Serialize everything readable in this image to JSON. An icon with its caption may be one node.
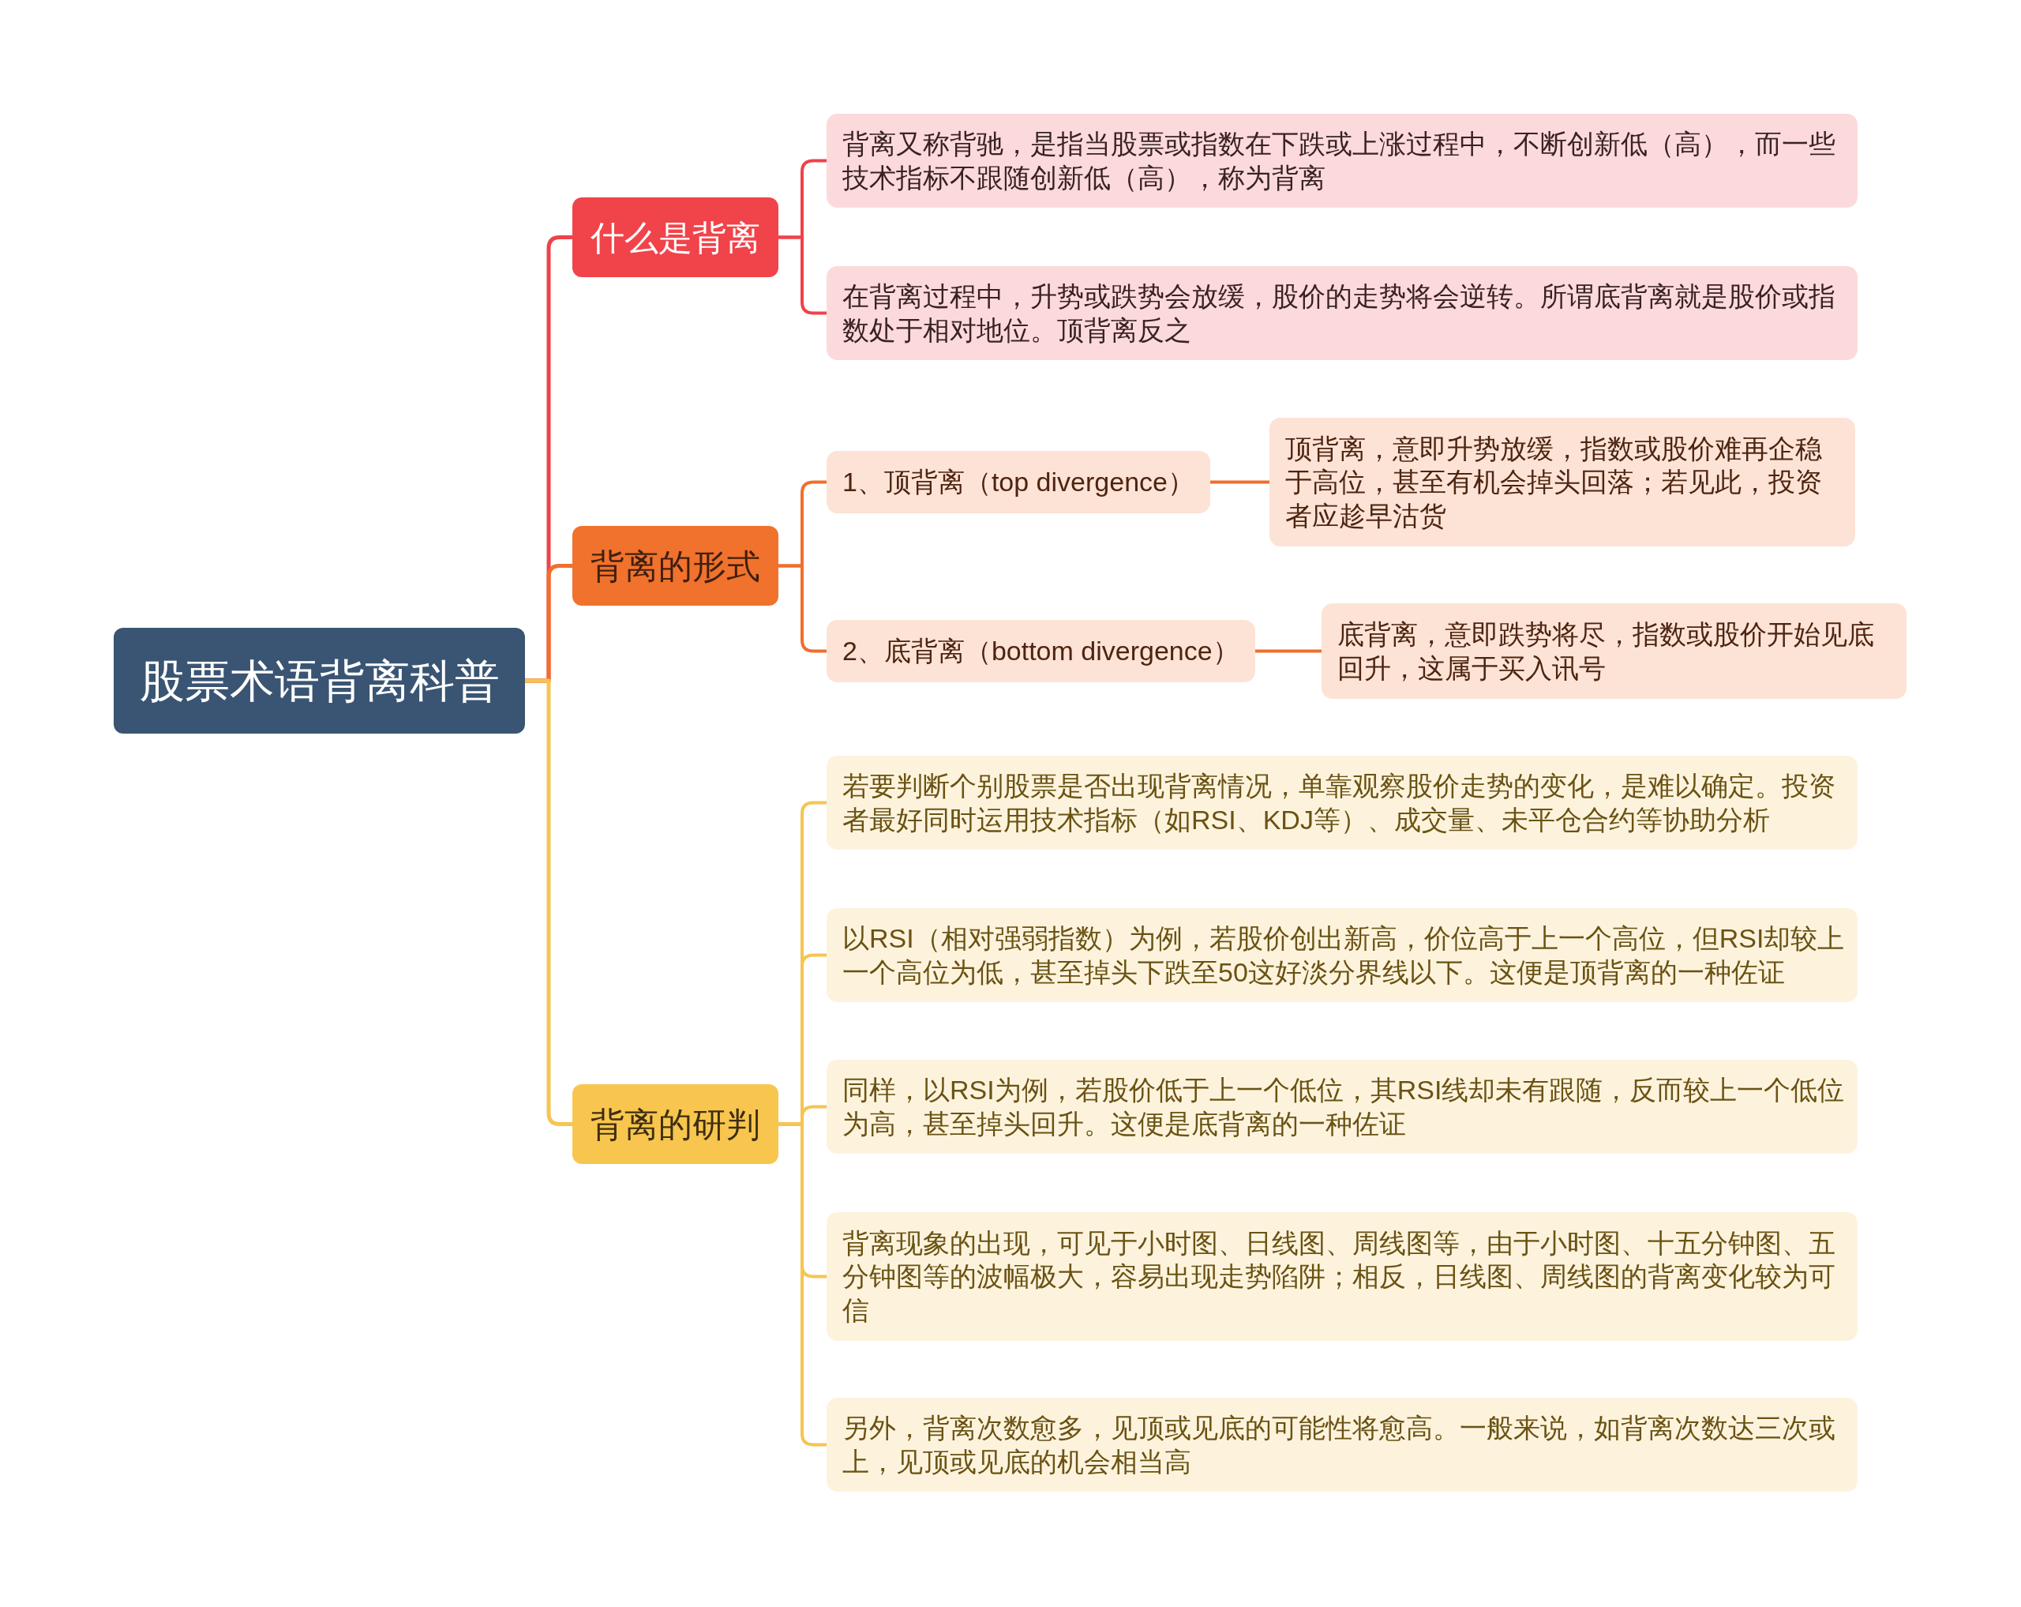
{
  "diagram": {
    "nodes": [
      {
        "text": [
          "股票术语背离科普"
        ]
      },
      {
        "text": [
          "什么是背离"
        ]
      },
      {
        "text": [
          "背离又称背驰，是指当股票或指数在下跌或上涨过程中，不断创新低（高），而一些技术指标不跟随创新低（高），称为背离"
        ]
      },
      {
        "text": [
          "在背离过程中，升势或跌势会放缓，股价的走势将会逆转。所谓底背离就是股价或指数处于相对地位。顶背离反之"
        ]
      },
      {
        "text": [
          "背离的形式"
        ]
      },
      {
        "text": [
          "1、顶背离（top divergence）"
        ]
      },
      {
        "text": [
          "顶背离，意即升势放缓，指数或股价难再企稳于高位，甚至有机会掉头回落；若见此，投资者应趁早沽货"
        ]
      },
      {
        "text": [
          "2、底背离（bottom divergence）"
        ]
      },
      {
        "text": [
          "底背离，意即跌势将尽，指数或股价开始见底回升，这属于买入讯号"
        ]
      },
      {
        "text": [
          "背离的研判"
        ]
      },
      {
        "text": [
          "若要判断个别股票是否出现背离情况，单靠观察股价走势的变化，是难以确定。投资者最好同时运用技术指标（如RSI、KDJ等）、成交量、未平仓合约等协助分析"
        ]
      },
      {
        "text": [
          "以RSI（相对强弱指数）为例，若股价创出新高，价位高于上一个高位，但RSI却较上一个高位为低，甚至掉头下跌至50这好淡分界线以下。这便是顶背离的一种佐证"
        ]
      },
      {
        "text": [
          "同样，以RSI为例，若股价低于上一个低位，其RSI线却未有跟随，反而较上一个低位为高，甚至掉头回升。这便是底背离的一种佐证"
        ]
      },
      {
        "text": [
          "背离现象的出现，可见于小时图、日线图、周线图等，由于小时图、十五分钟图、五分钟图等的波幅极大，容易出现走势陷阱；相反，日线图、周线图的背离变化较为可信"
        ]
      },
      {
        "text": [
          "另外，背离次数愈多，见顶或见底的可能性将愈高。一般来说，如背离次数达三次或上，见顶或见底的机会相当高"
        ]
      }
    ],
    "edges": [
      {
        "from": 0,
        "to": 1,
        "arrow": "none",
        "color": "#f0424a"
      },
      {
        "from": 0,
        "to": 4,
        "arrow": "none",
        "color": "#ef6f2d"
      },
      {
        "from": 0,
        "to": 9,
        "arrow": "none"
      },
      {
        "from": 1,
        "to": 2,
        "arrow": "none",
        "color": "#f0424a"
      },
      {
        "from": 1,
        "to": 3,
        "arrow": "none",
        "color": "#f0424a"
      },
      {
        "from": 4,
        "to": 5,
        "arrow": "none",
        "color": "#ef6f2d"
      },
      {
        "from": 4,
        "to": 7,
        "arrow": "none",
        "color": "#ef6f2d"
      },
      {
        "from": 5,
        "to": 6,
        "arrow": "none",
        "color": "#ef6f2d"
      },
      {
        "from": 7,
        "to": 8,
        "arrow": "none",
        "color": "#ef6f2d"
      },
      {
        "from": 9,
        "to": 10,
        "arrow": "none"
      },
      {
        "from": 9,
        "to": 11,
        "arrow": "none"
      },
      {
        "from": 9,
        "to": 12,
        "arrow": "none"
      },
      {
        "from": 9,
        "to": 13,
        "arrow": "none"
      },
      {
        "from": 9,
        "to": 14,
        "arrow": "none"
      }
    ]
  }
}
